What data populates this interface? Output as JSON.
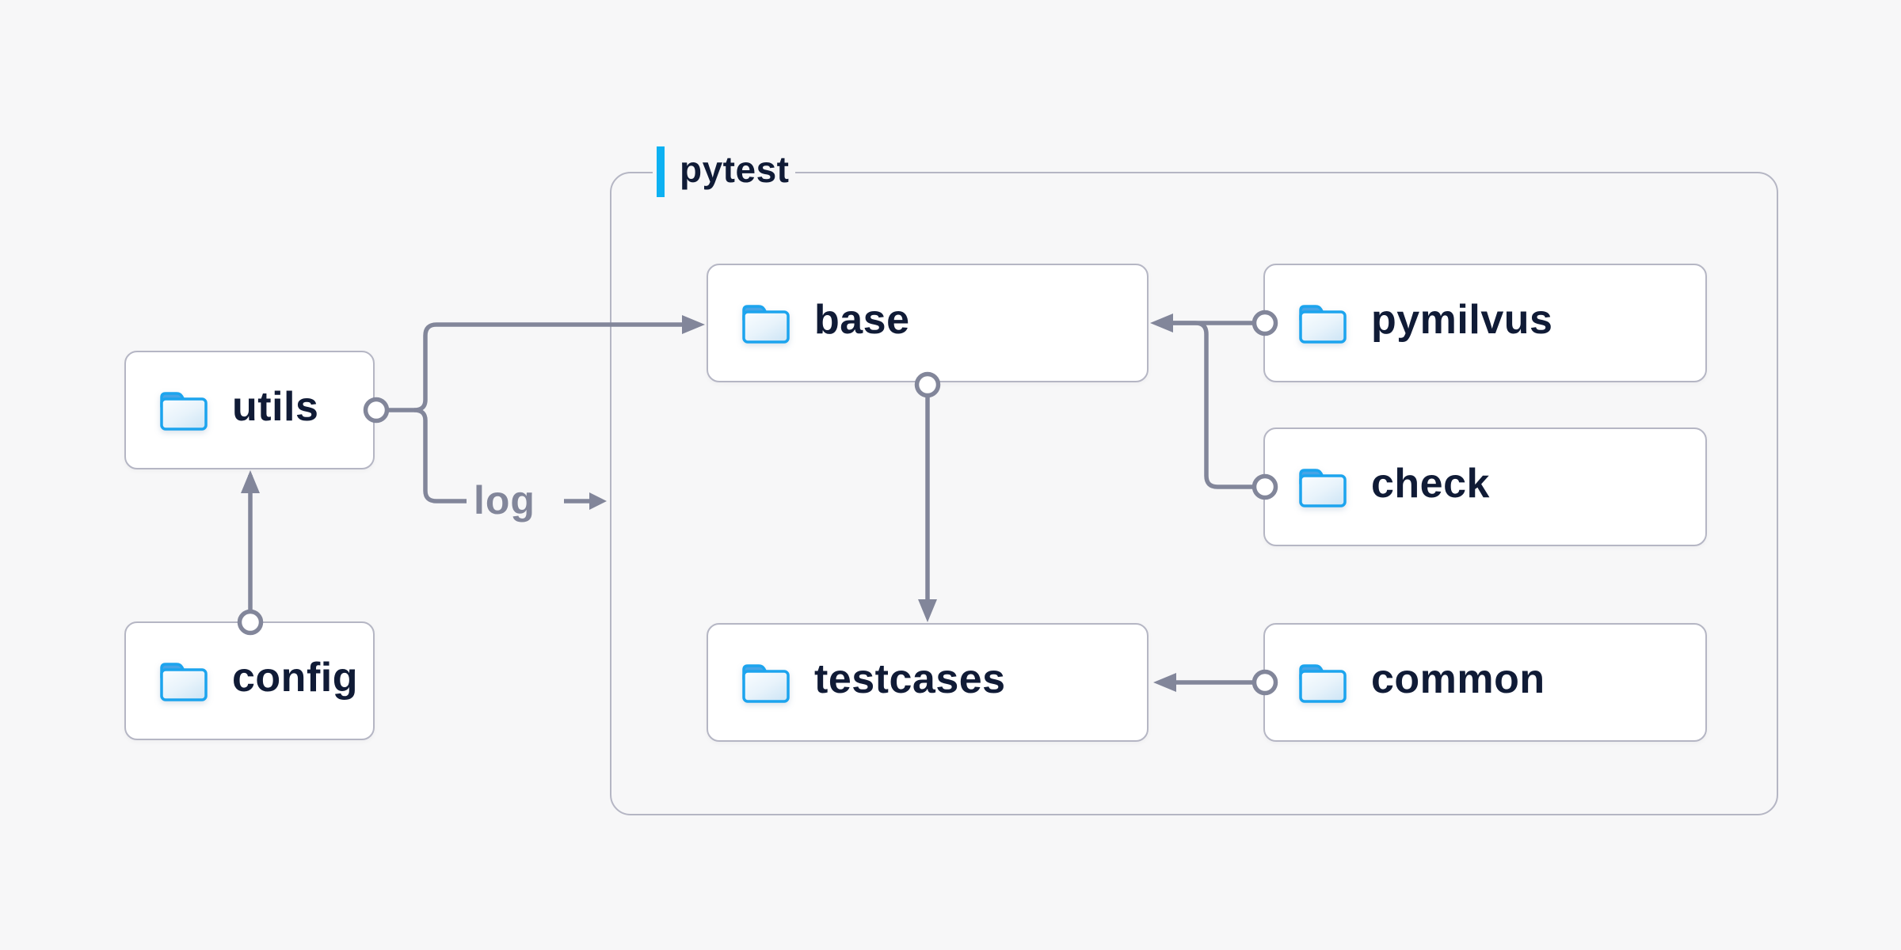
{
  "diagram": {
    "container": {
      "label": "pytest"
    },
    "nodes": [
      {
        "id": "utils",
        "label": "utils",
        "icon": "folder-icon"
      },
      {
        "id": "config",
        "label": "config",
        "icon": "folder-icon"
      },
      {
        "id": "base",
        "label": "base",
        "icon": "folder-icon"
      },
      {
        "id": "pymilvus",
        "label": "pymilvus",
        "icon": "folder-icon"
      },
      {
        "id": "check",
        "label": "check",
        "icon": "folder-icon"
      },
      {
        "id": "testcases",
        "label": "testcases",
        "icon": "folder-icon"
      },
      {
        "id": "common",
        "label": "common",
        "icon": "folder-icon"
      }
    ],
    "edges": [
      {
        "from": "config",
        "to": "utils"
      },
      {
        "from": "utils",
        "to": "base"
      },
      {
        "from": "utils",
        "to": "pytest",
        "label": "log"
      },
      {
        "from": "pymilvus",
        "to": "base"
      },
      {
        "from": "check",
        "to": "base"
      },
      {
        "from": "base",
        "to": "testcases"
      },
      {
        "from": "common",
        "to": "testcases"
      }
    ],
    "colors": {
      "background": "#f7f7f8",
      "node_fill": "#ffffff",
      "node_border": "#b5b6c4",
      "container_border": "#b5b6c4",
      "text": "#101b36",
      "connector": "#82869a",
      "accent": "#0db1f2",
      "folder_outline": "#1ca4ee",
      "folder_tab": "#47a4e6"
    }
  }
}
